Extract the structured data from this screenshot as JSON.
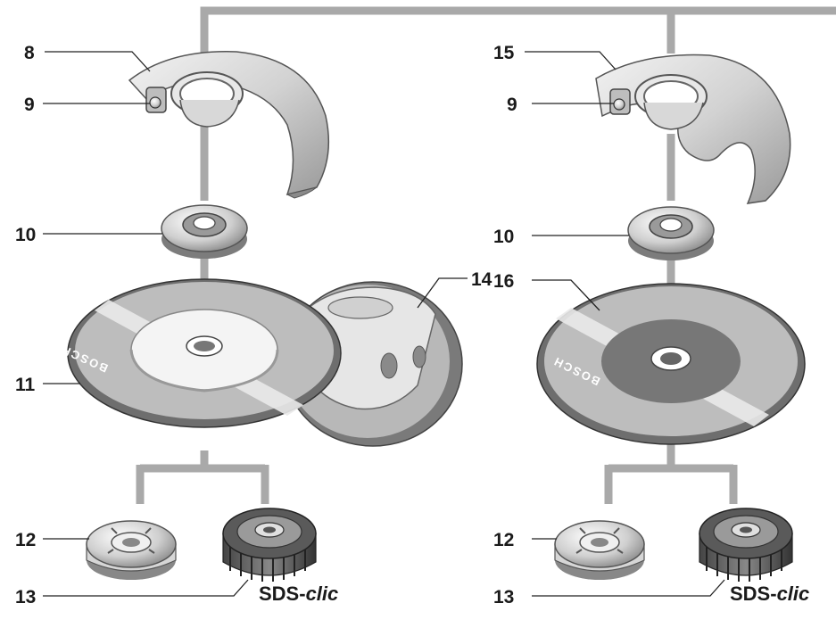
{
  "callouts": [
    {
      "id": "8",
      "text": "8"
    },
    {
      "id": "9a",
      "text": "9"
    },
    {
      "id": "10a",
      "text": "10"
    },
    {
      "id": "11",
      "text": "11"
    },
    {
      "id": "12a",
      "text": "12"
    },
    {
      "id": "13a",
      "text": "13"
    },
    {
      "id": "14",
      "text": "14"
    },
    {
      "id": "15",
      "text": "15"
    },
    {
      "id": "9b",
      "text": "9"
    },
    {
      "id": "10b",
      "text": "10"
    },
    {
      "id": "16",
      "text": "16"
    },
    {
      "id": "12b",
      "text": "12"
    },
    {
      "id": "13b",
      "text": "13"
    }
  ],
  "sds_label": {
    "prefix": "SDS-",
    "suffix": "clic"
  },
  "disc_brand": "BOSCH",
  "colors": {
    "connector": "#a9a9a9",
    "guard": "#cfcfcf",
    "disc_rim": "#6e6e6e",
    "disc_face": "#bdbdbd",
    "cutting_hub": "#f4f4f4",
    "grinding_center": "#777777"
  }
}
